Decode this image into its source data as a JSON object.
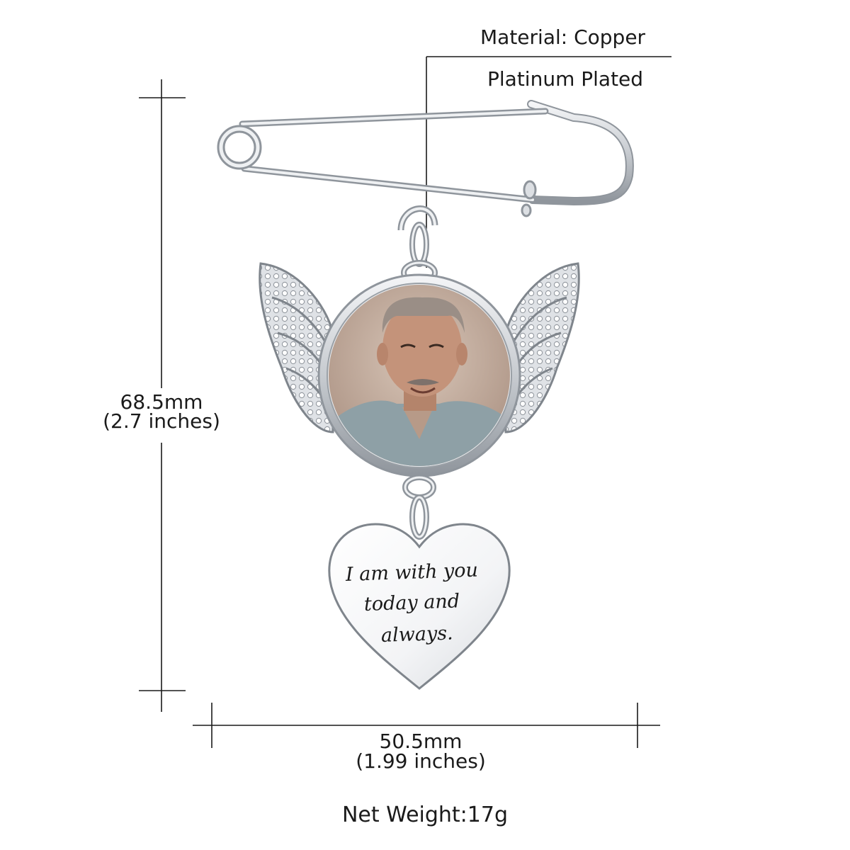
{
  "material": {
    "line1": "Material: Copper",
    "line2": "Platinum Plated"
  },
  "dimensions": {
    "height_mm": "68.5mm",
    "height_in": "(2.7 inches)",
    "width_mm": "50.5mm",
    "width_in": "(1.99 inches)"
  },
  "engraving": {
    "line1": "I am with you",
    "line2": "today and",
    "line3": "always."
  },
  "weight": "Net Weight:17g",
  "colors": {
    "metal": "#c9cdd2",
    "metal_dark": "#8f959c",
    "line": "#1a1a1a",
    "photo_bg": "#b69c8c",
    "shirt": "#8ea0a6"
  },
  "product": {
    "type": "safety pin brooch with angel wings photo charm and heart pendant",
    "icons": [
      "safety-pin-icon",
      "angel-wings-icon",
      "photo-locket-icon",
      "heart-pendant-icon"
    ]
  }
}
